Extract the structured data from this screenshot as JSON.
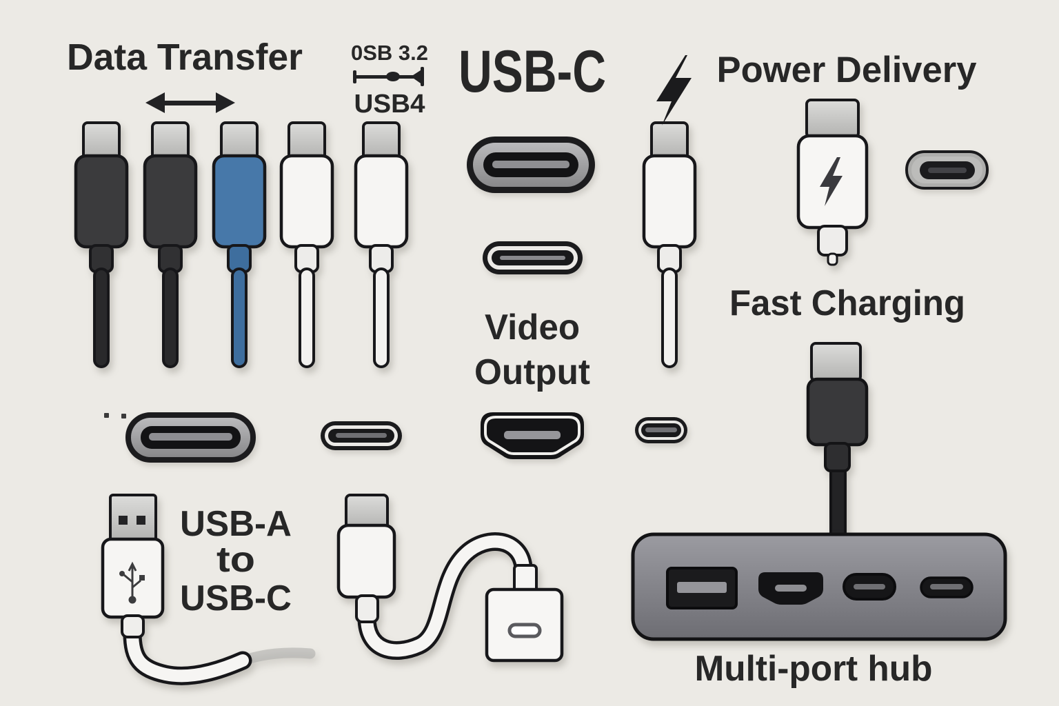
{
  "canvas": {
    "background": "#ECEAE5"
  },
  "palette": {
    "text": "#272727",
    "outline": "#17171a",
    "metal_tip": "#c6c6c4",
    "black_connector": "#3B3B3D",
    "blue_connector": "#4778A9",
    "white_connector": "#F6F5F3",
    "hub_gray": "#84848A",
    "port_ring_gray": "#A6A6A8",
    "port_black": "#161618"
  },
  "sections": {
    "data_transfer": {
      "label": "Data Transfer",
      "icon": "double-headed-arrow-icon"
    },
    "usb_standards": {
      "line1": "0SB 3.2",
      "line2": "USB4",
      "icon": "cable-plug-icon"
    },
    "usb_c_title": {
      "label": "USB-C"
    },
    "power_delivery": {
      "label": "Power Delivery",
      "icon": "lightning-bolt-icon"
    },
    "video_output": {
      "line1": "Video",
      "line2": "Output"
    },
    "fast_charging": {
      "label": "Fast Charging"
    },
    "usb_a_adapter": {
      "line1": "USB-A",
      "line2": "to",
      "line3": "USB-C",
      "icon": "usb-trident-icon"
    },
    "multi_port_hub": {
      "label": "Multi-port hub"
    }
  },
  "icons": {
    "double_arrow": "double-headed-arrow-icon",
    "cable_plug": "cable-plug-icon",
    "lightning_large": "lightning-bolt-icon",
    "lightning_on_connector": "lightning-bolt-small-icon",
    "usb_trident": "usb-trident-icon"
  }
}
